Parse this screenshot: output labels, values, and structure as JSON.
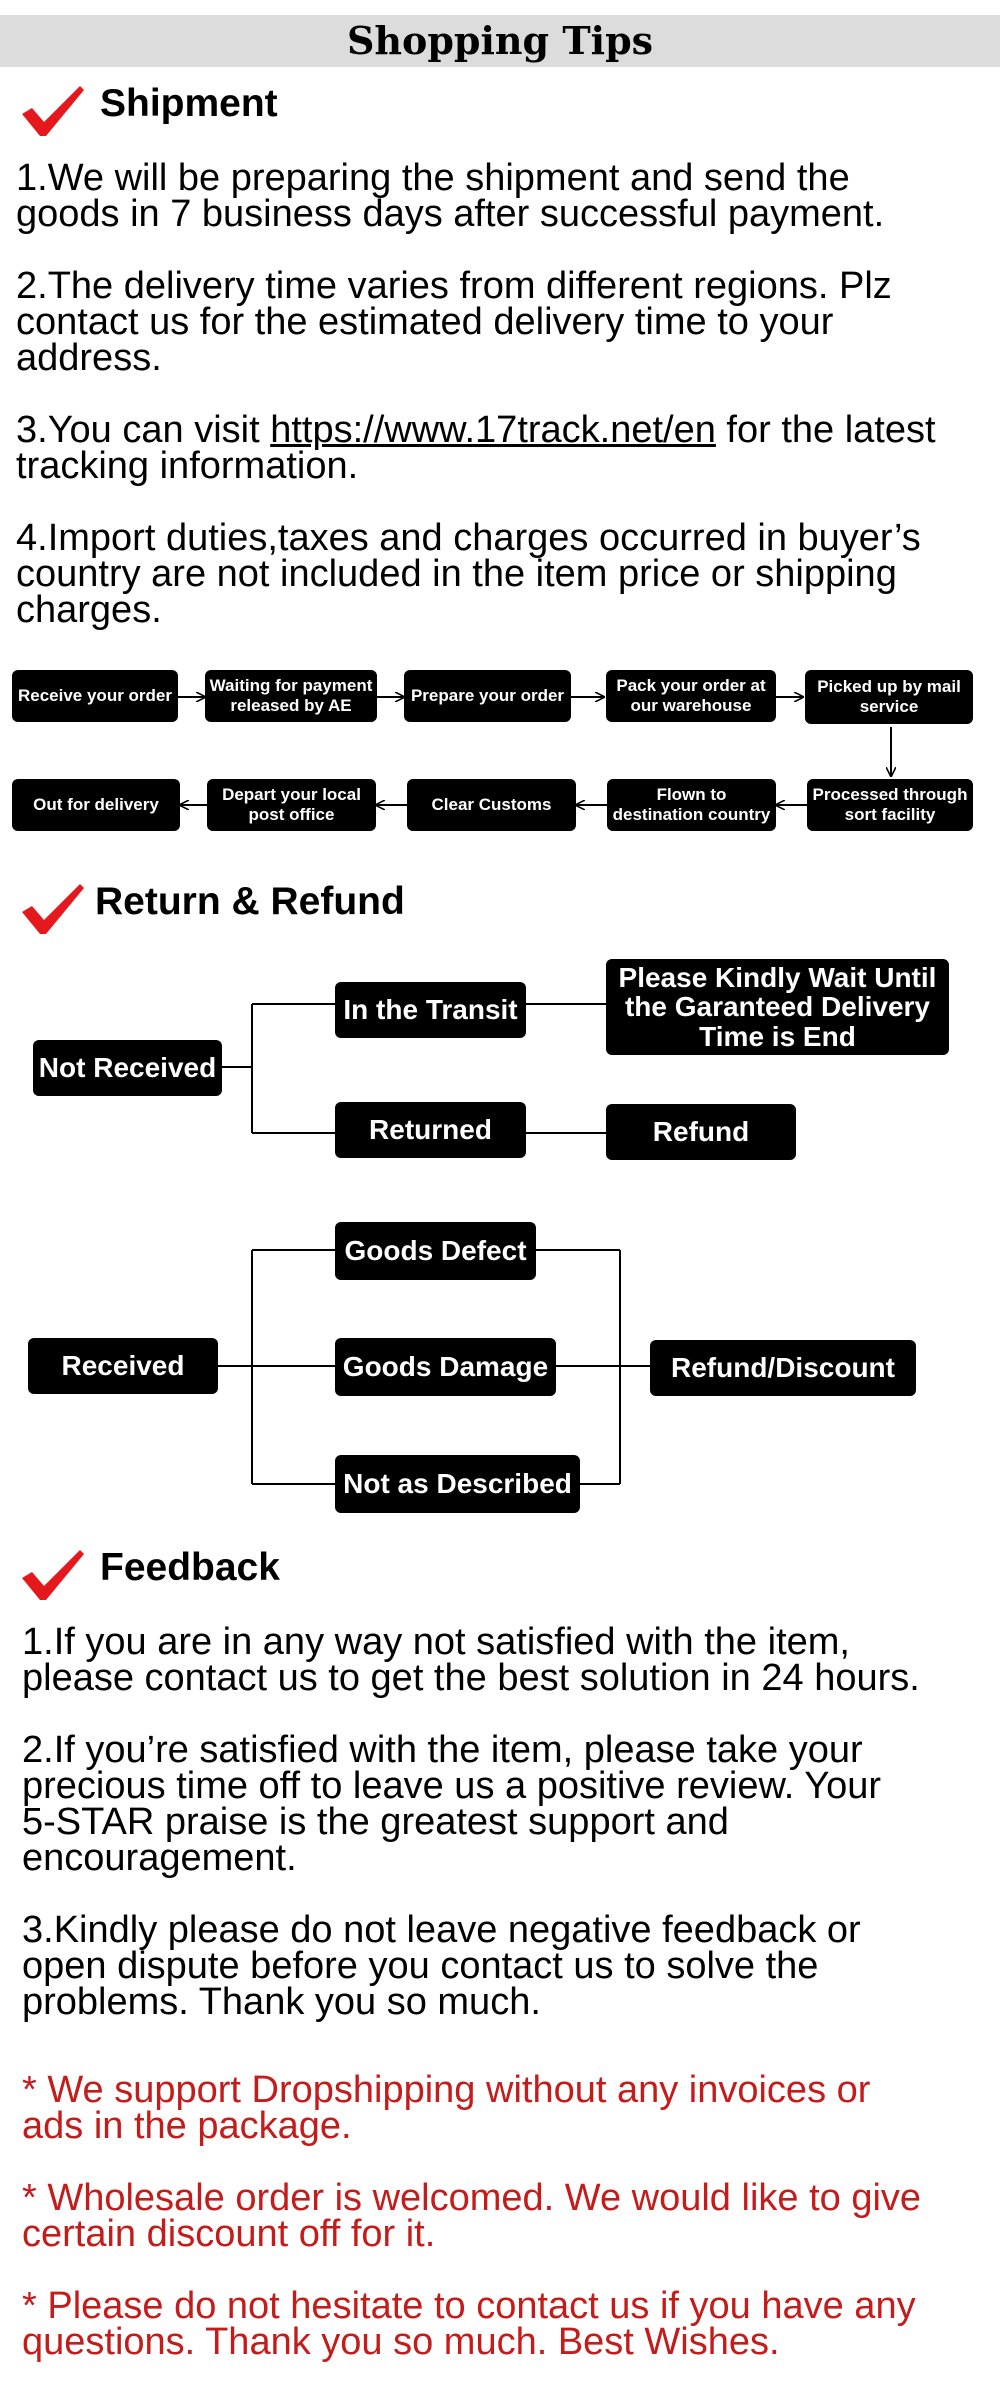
{
  "header": {
    "title": "Shopping Tips"
  },
  "colors": {
    "title_bar_bg": "#dcdcdc",
    "check_red": "#e4181d",
    "note_red": "#c41b1b"
  },
  "icons": {
    "check": "red-checkmark-icon"
  },
  "shipment": {
    "title": "Shipment",
    "p1": "1.We will be preparing the shipment and send the\ngoods in 7 business days after successful payment.",
    "p2": "2.The delivery time varies from different regions. Plz\ncontact us for the estimated delivery time to your\naddress.",
    "p3_pre": "3.You can visit ",
    "p3_link": "https://www.17track.net/en",
    "p3_post": " for the latest\ntracking information.",
    "p4": "4.Import duties,taxes and charges occurred in buyer’s\ncountry are not included in the item price or shipping\ncharges."
  },
  "flow": {
    "row1": [
      "Receive your order",
      "Waiting for payment released by AE",
      "Prepare your order",
      "Pack your order at our warehouse",
      "Picked up by mail service"
    ],
    "row2": [
      "Out for delivery",
      "Depart your local post office",
      "Clear Customs",
      "Flown to destination country",
      "Processed through sort facility"
    ]
  },
  "refund": {
    "title": "Return & Refund",
    "not_received": "Not Received",
    "in_transit": "In the Transit",
    "wait_note": "Please Kindly Wait Until the Garanteed Delivery Time is End",
    "returned": "Returned",
    "refund": "Refund",
    "received": "Received",
    "goods_defect": "Goods Defect",
    "goods_damage": "Goods Damage",
    "not_described": "Not as Described",
    "refund_discount": "Refund/Discount"
  },
  "feedback": {
    "title": "Feedback",
    "p1": "1.If you are in any way not satisfied with the item,\nplease contact us to get the best solution in 24 hours.",
    "p2": "2.If you’re satisfied with the item, please take your\nprecious time off to leave us a positive review. Your\n5-STAR  praise is the greatest support and\nencouragement.",
    "p3": "3.Kindly please do not leave negative feedback or\nopen dispute before you contact us to solve the\nproblems. Thank you so much."
  },
  "notes": {
    "n1": "* We support Dropshipping without any invoices or\nads in the package.",
    "n2": "* Wholesale order is welcomed. We would like to give\ncertain discount off for it.",
    "n3": "* Please do not hesitate to contact us if you have any\nquestions. Thank you so much. Best Wishes."
  }
}
